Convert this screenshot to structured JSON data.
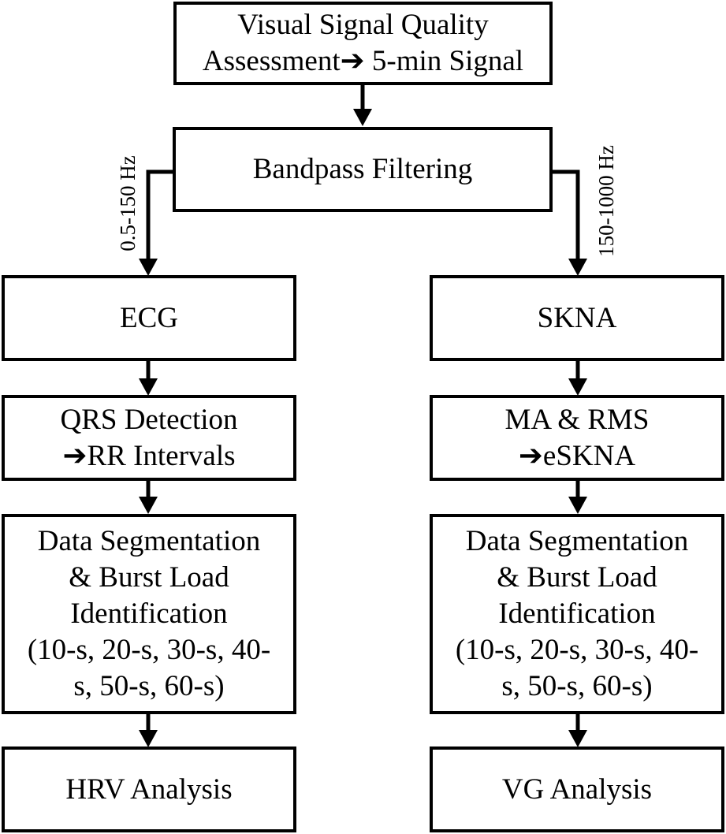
{
  "diagram": {
    "quality_box": {
      "line1": "Visual Signal Quality",
      "line2": "Assessment➔ 5-min Signal"
    },
    "filter_box": {
      "label": "Bandpass Filtering"
    },
    "left_branch": {
      "filter_label": "0.5-150 Hz",
      "signal_box": {
        "label": "ECG"
      },
      "detect_box": {
        "line1": "QRS Detection",
        "line2": "➔RR Intervals"
      },
      "segment_box": {
        "line1": "Data Segmentation",
        "line2": "& Burst Load",
        "line3": "Identification",
        "line4": "(10-s, 20-s, 30-s, 40-",
        "line5": "s, 50-s, 60-s)"
      },
      "analysis_box": {
        "label": "HRV Analysis"
      }
    },
    "right_branch": {
      "filter_label": "150-1000 Hz",
      "signal_box": {
        "label": "SKNA"
      },
      "detect_box": {
        "line1": "MA & RMS",
        "line2": "➔eSKNA"
      },
      "segment_box": {
        "line1": "Data Segmentation",
        "line2": "& Burst Load",
        "line3": "Identification",
        "line4": "(10-s, 20-s, 30-s, 40-",
        "line5": "s, 50-s, 60-s)"
      },
      "analysis_box": {
        "label": "VG Analysis"
      }
    }
  }
}
